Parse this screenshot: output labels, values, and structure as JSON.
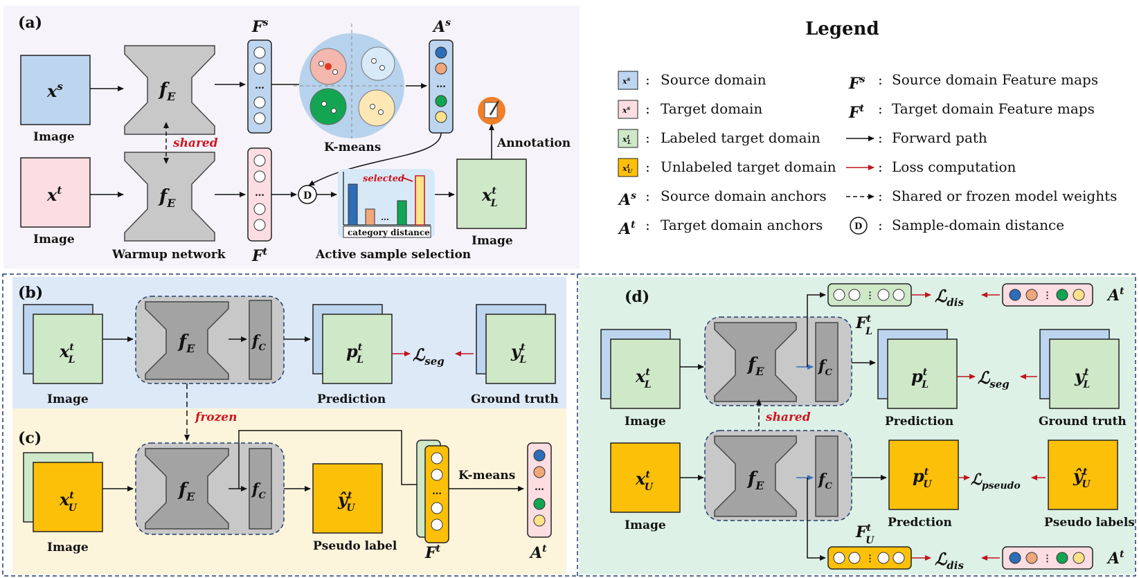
{
  "panels": {
    "a": "(a)",
    "b": "(b)",
    "c": "(c)",
    "d": "(d)"
  },
  "panel_a": {
    "image_label_1": "Image",
    "image_label_2": "Image",
    "image_label_3": "Image",
    "xs": "x",
    "xs_sup": "s",
    "xt": "x",
    "xt_sup": "t",
    "fe": "f",
    "fe_sub": "E",
    "shared": "shared",
    "warmup": "Warmup network",
    "Fs": "F",
    "Fs_sup": "s",
    "Ft": "F",
    "Ft_sup": "t",
    "As": "A",
    "As_sup": "s",
    "kmeans": "K-means",
    "d": "D",
    "selected": "selected",
    "category_distance": "category distance",
    "active": "Active sample selection",
    "annotation": "Annotation",
    "xL": "x",
    "xL_sup": "t",
    "xL_sub": "L"
  },
  "legend": {
    "title": "Legend",
    "items_left": [
      {
        "symbol": "xs",
        "text": "Source domain"
      },
      {
        "symbol": "xt",
        "text": "Target domain"
      },
      {
        "symbol": "xL",
        "text": "Labeled target domain"
      },
      {
        "symbol": "xU",
        "text": "Unlabeled target domain"
      },
      {
        "symbol": "As",
        "text": "Source domain anchors"
      },
      {
        "symbol": "At",
        "text": "Target domain anchors"
      }
    ],
    "items_right": [
      {
        "symbol": "Fs",
        "text": "Source domain Feature maps"
      },
      {
        "symbol": "Ft",
        "text": "Target domain Feature maps"
      },
      {
        "symbol": "forward",
        "text": "Forward path"
      },
      {
        "symbol": "loss",
        "text": "Loss computation"
      },
      {
        "symbol": "shared",
        "text": "Shared or frozen model weights"
      },
      {
        "symbol": "D",
        "text": "Sample-domain distance"
      }
    ],
    "colon": ":",
    "A": "A",
    "F": "F",
    "sup_s": "s",
    "sup_t": "t",
    "D": "D"
  },
  "panel_b": {
    "image": "Image",
    "prediction": "Prediction",
    "ground_truth": "Ground truth",
    "lseg": "ℒ",
    "lseg_sub": "seg",
    "fc": "f",
    "fc_sub": "C",
    "fe": "f",
    "fe_sub": "E",
    "p": "p",
    "y": "y",
    "sup_t": "t",
    "sub_L": "L"
  },
  "panel_c": {
    "frozen": "frozen",
    "image": "Image",
    "pseudo_label": "Pseudo label",
    "kmeans": "K-means",
    "Ft": "F",
    "Ft_sup": "t",
    "At": "A",
    "At_sup": "t",
    "x": "x",
    "yhat": "ŷ",
    "sup_t": "t",
    "sub_U": "U"
  },
  "panel_d": {
    "image_1": "Image",
    "image_2": "Image",
    "prediction": "Prediction",
    "predction": "Predction",
    "ground_truth": "Ground truth",
    "pseudo_labels": "Pseudo labels",
    "shared": "shared",
    "ldis": "ℒ",
    "ldis_sub": "dis",
    "lseg": "ℒ",
    "lseg_sub": "seg",
    "lpseudo": "ℒ",
    "lpseudo_sub": "pseudo",
    "At": "A",
    "At_sup": "t",
    "F": "F",
    "sup_t": "t",
    "sub_L": "L",
    "sub_U": "U"
  },
  "colors": {
    "source_blue": "#bdd5ee",
    "target_pink": "#fbdde2",
    "labeled_green": "#cfe8c8",
    "unlabeled_gold": "#fdc008",
    "network_gray": "#b4b4b4",
    "panel_a_bg": "#f6f4fa",
    "panel_b_bg": "#dde9f7",
    "panel_c_bg": "#fdf4dc",
    "panel_d_bg": "#ddf1e7",
    "loss_red": "#c0141e"
  }
}
